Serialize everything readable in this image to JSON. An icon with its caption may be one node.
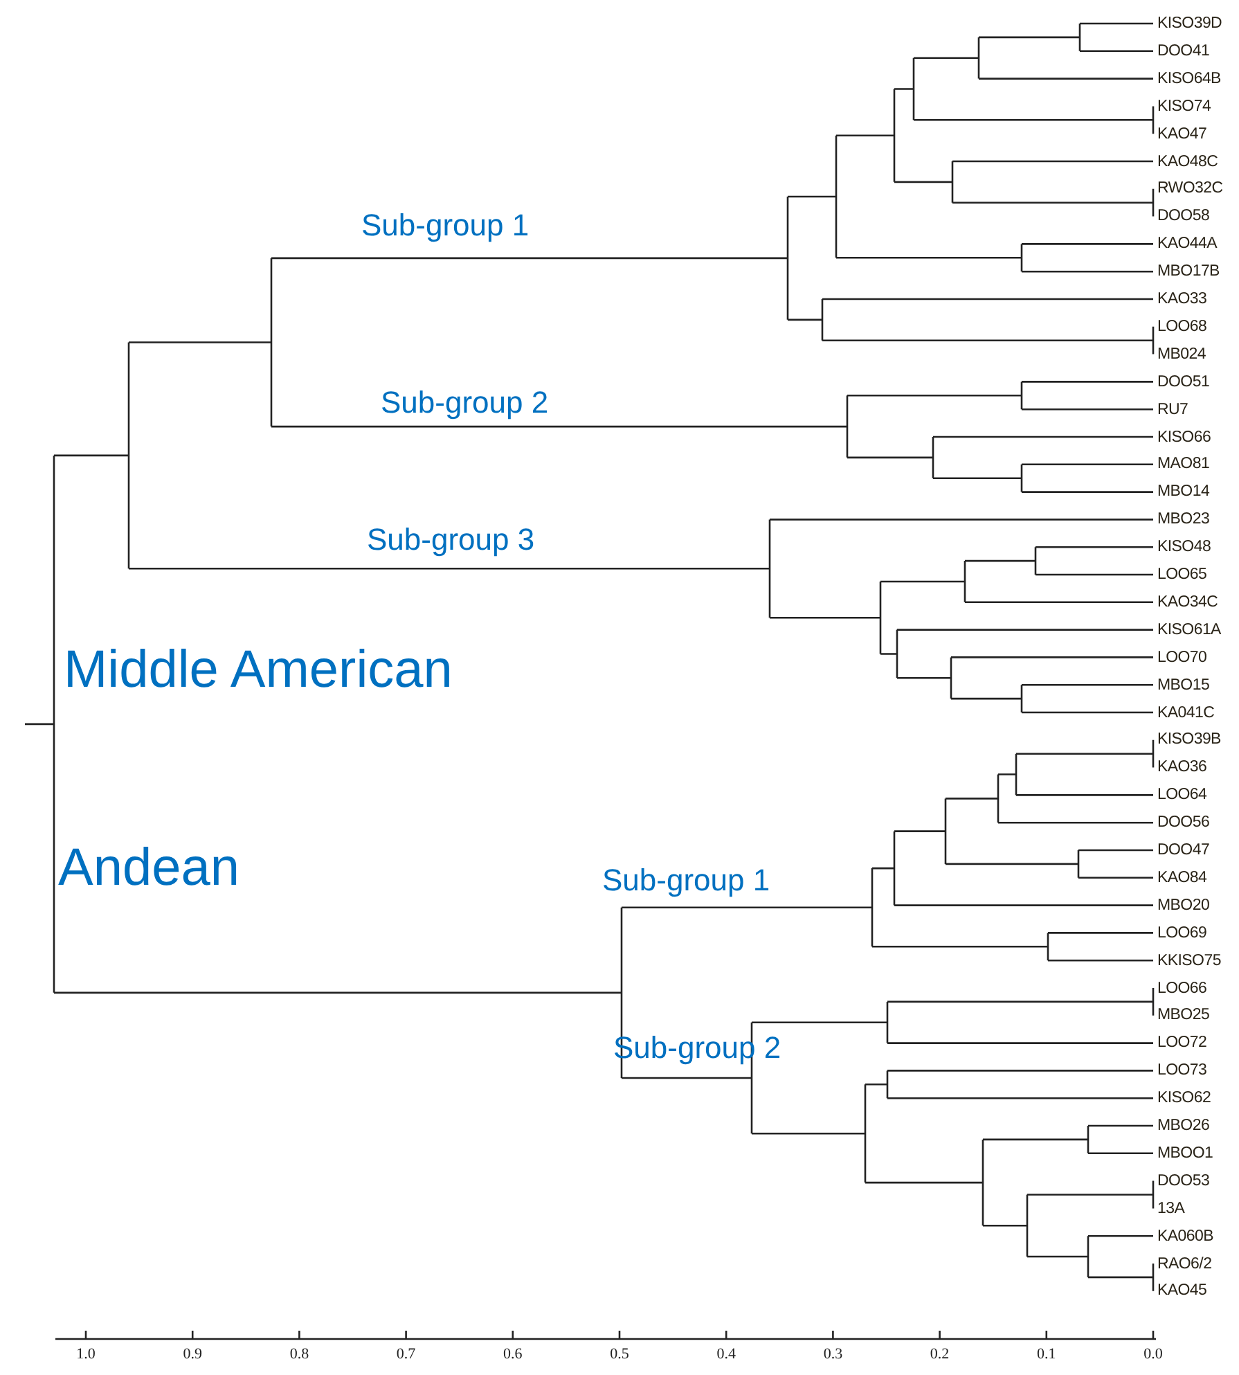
{
  "diagram": {
    "labels": [
      "KISO39D",
      "DOO41",
      "KISO64B",
      "KISO74",
      "KAO47",
      "KAO48C",
      "RWO32C",
      "DOO58",
      "KAO44A",
      "MBO17B",
      "KAO33",
      "LOO68",
      "MB024",
      "DOO51",
      "RU7",
      "KISO66",
      "MAO81",
      "MBO14",
      "MBO23",
      "KISO48",
      "LOO65",
      "KAO34C",
      "KISO61A",
      "LOO70",
      "MBO15",
      "KA041C",
      "KISO39B",
      "KAO36",
      "LOO64",
      "DOO56",
      "DOO47",
      "KAO84",
      "MBO20",
      "LOO69",
      "KKISO75",
      "LOO66",
      "MBO25",
      "LOO72",
      "LOO73",
      "KISO62",
      "MBO26",
      "MBOO1",
      "DOO53",
      "13A",
      "KA060B",
      "RAO6/2",
      "KAO45",
      "Sub-group 1",
      "Sub-group 2",
      "Sub-group 3",
      "Middle American",
      "Andean",
      "Sub-group 1",
      "Sub-group 2",
      "1.0",
      "0.9",
      "0.8",
      "0.7",
      "0.6",
      "0.5",
      "0.4",
      "0.3",
      "0.2",
      "0.1",
      "0.0"
    ]
  }
}
